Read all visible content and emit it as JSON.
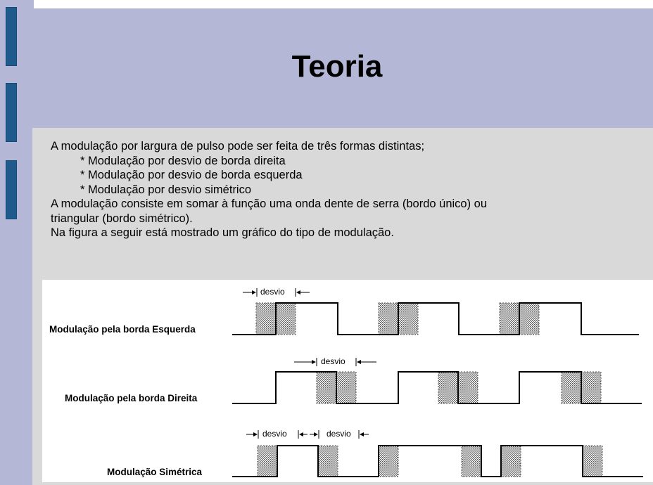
{
  "slide": {
    "title": "Teoria",
    "lines": [
      "A modulação por largura de pulso pode ser feita de três formas distintas;",
      "* Modulação por desvio de borda direita",
      "* Modulação por desvio de borda esquerda",
      "* Modulação por desvio simétrico",
      "A modulação consiste em somar à função uma onda dente de serra (bordo único) ou",
      "triangular (bordo simétrico).",
      "Na figura a seguir está mostrado um gráfico do tipo de modulação."
    ]
  },
  "figure": {
    "label_left": "Modulação pela borda Esquerda",
    "label_right": "Modulação pela borda Direita",
    "label_sym": "Modulação Simétrica",
    "desvio": "desvio"
  }
}
